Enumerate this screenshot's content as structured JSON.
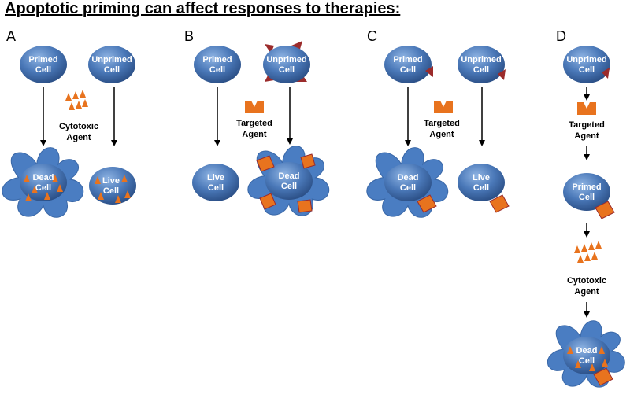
{
  "title": "Apoptotic priming can affect responses to therapies:",
  "colors": {
    "cell": "#3f6fb0",
    "bleb": "#4f7fc4",
    "drug": "#e8731e",
    "receptor": "#9b2b2b"
  },
  "panels": [
    {
      "letter": "A",
      "cells": {
        "primed": [
          "Primed",
          "Cell"
        ],
        "unprimed": [
          "Unprimed",
          "Cell"
        ],
        "dead": [
          "Dead",
          "Cell"
        ],
        "live": [
          "Live",
          "Cell"
        ]
      },
      "agent": [
        "Cytotoxic",
        "Agent"
      ]
    },
    {
      "letter": "B",
      "cells": {
        "primed": [
          "Primed",
          "Cell"
        ],
        "unprimed": [
          "Unprimed",
          "Cell"
        ],
        "live": [
          "Live",
          "Cell"
        ],
        "dead": [
          "Dead",
          "Cell"
        ]
      },
      "agent": [
        "Targeted",
        "Agent"
      ]
    },
    {
      "letter": "C",
      "cells": {
        "primed": [
          "Primed",
          "Cell"
        ],
        "unprimed": [
          "Unprimed",
          "Cell"
        ],
        "dead": [
          "Dead",
          "Cell"
        ],
        "live": [
          "Live",
          "Cell"
        ]
      },
      "agent": [
        "Targeted",
        "Agent"
      ]
    },
    {
      "letter": "D",
      "cells": {
        "unprimed": [
          "Unprimed",
          "Cell"
        ],
        "primed": [
          "Primed",
          "Cell"
        ],
        "dead": [
          "Dead",
          "Cell"
        ]
      },
      "agent1": [
        "Targeted",
        "Agent"
      ],
      "agent2": [
        "Cytotoxic",
        "Agent"
      ]
    }
  ]
}
